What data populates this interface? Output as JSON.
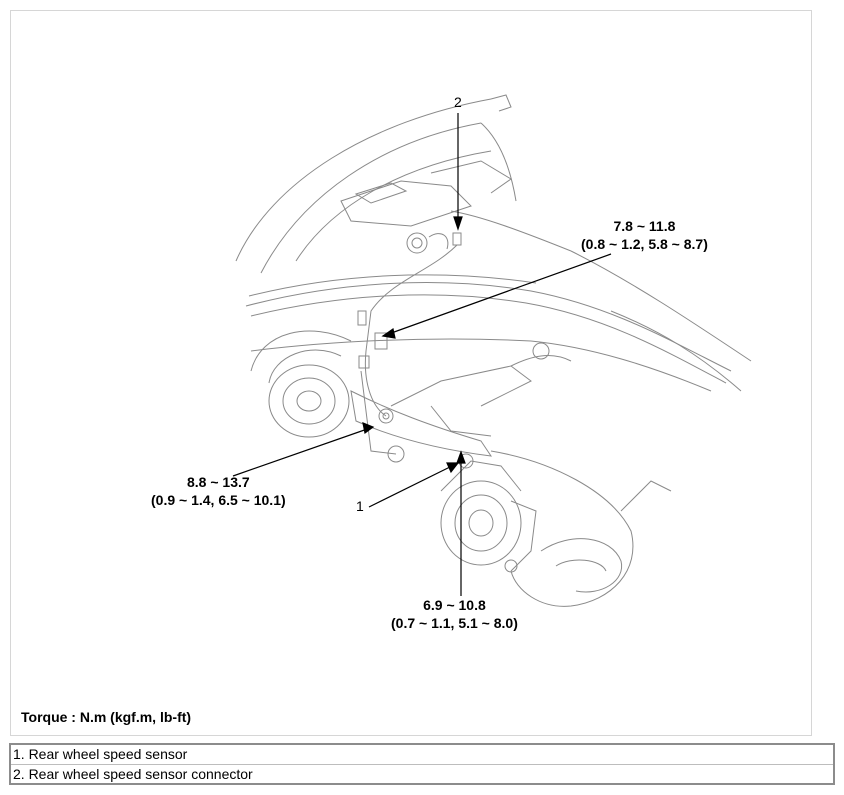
{
  "callouts": {
    "num1": "1",
    "num2": "2",
    "torque_a_line1": "7.8 ~ 11.8",
    "torque_a_line2": "(0.8 ~ 1.2, 5.8 ~ 8.7)",
    "torque_b_line1": "8.8 ~ 13.7",
    "torque_b_line2": "(0.9 ~ 1.4, 6.5 ~ 10.1)",
    "torque_c_line1": "6.9 ~ 10.8",
    "torque_c_line2": "(0.7 ~ 1.1, 5.1 ~ 8.0)"
  },
  "torque_note": "Torque : N.m (kgf.m, lb-ft)",
  "legend": [
    "1. Rear wheel speed sensor",
    "2. Rear wheel speed sensor connector"
  ]
}
